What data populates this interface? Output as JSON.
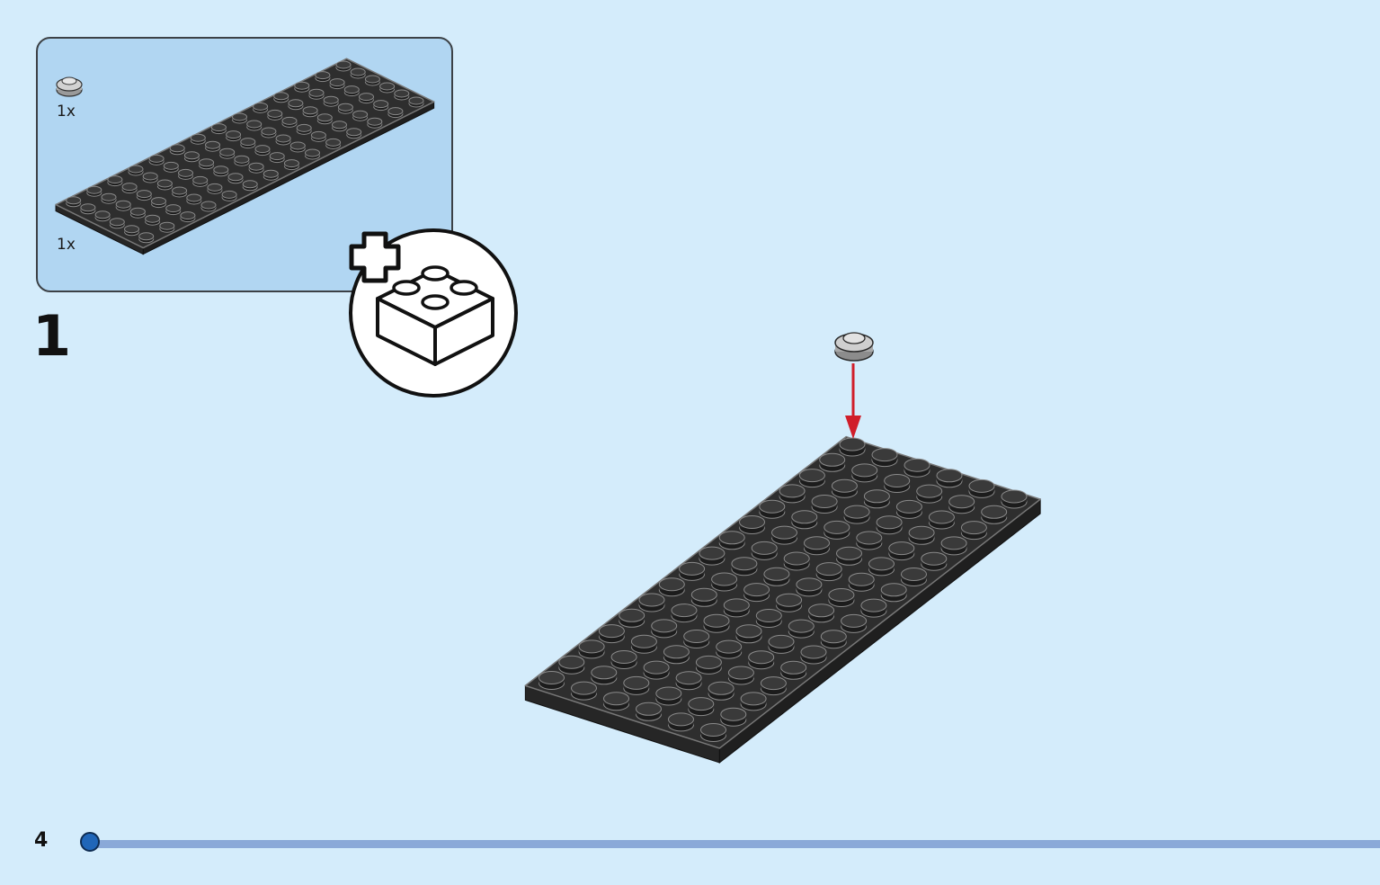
{
  "parts_list": {
    "items": [
      {
        "part": "round-plate-1x1",
        "color": "#c8c8c8",
        "quantity_label": "1x"
      },
      {
        "part": "plate-6x16",
        "color": "#2e2e2e",
        "quantity_label": "1x"
      }
    ]
  },
  "step": {
    "number": "1"
  },
  "page": {
    "number": "4"
  },
  "progress": {
    "fraction": 0.0
  },
  "icons": {
    "new_bag": "add-brick-icon",
    "arrow": "placement-arrow-icon"
  },
  "colors": {
    "background": "#d4ecfb",
    "parts_box": "#b1d6f2",
    "plate": "#2e2e2e",
    "arrow": "#d01e2a",
    "progress_bar": "#8aa9d8",
    "progress_dot": "#2066b8"
  }
}
